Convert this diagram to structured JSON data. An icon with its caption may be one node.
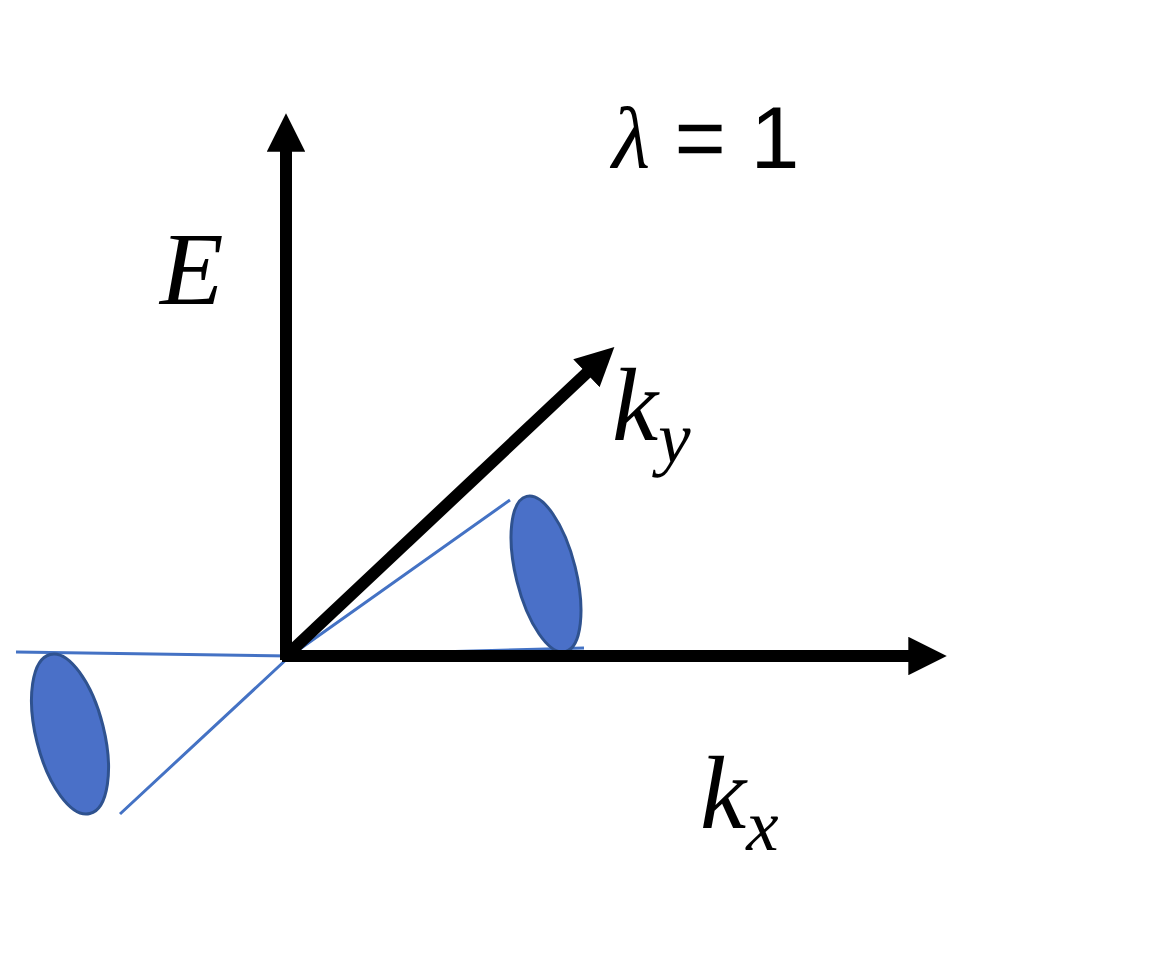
{
  "diagram": {
    "labels": [
      "*λ* = 1",
      "E",
      "k$_{y}$",
      "k$_{x}$"
    ]
  }
}
